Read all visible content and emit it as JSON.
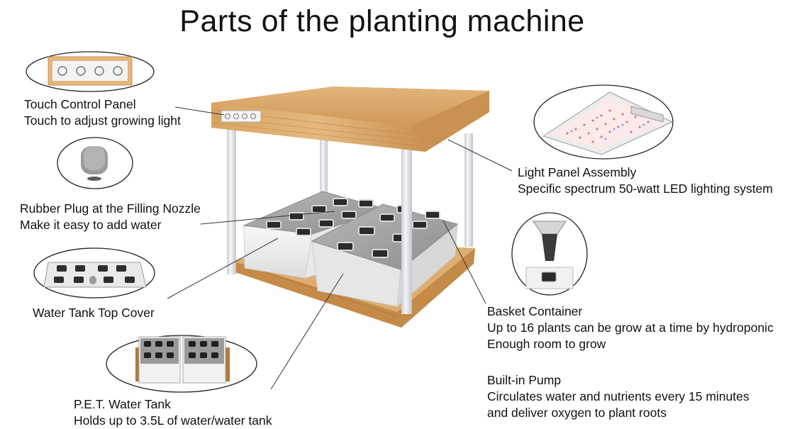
{
  "title": "Parts of the planting machine",
  "callouts": {
    "touch_panel": {
      "line1": "Touch Control Panel",
      "line2": "Touch to adjust growing light"
    },
    "rubber_plug": {
      "line1": "Rubber Plug at the Filling Nozzle",
      "line2": "Make it easy to add water"
    },
    "top_cover": {
      "line1": "Water Tank Top Cover"
    },
    "water_tank": {
      "line1": "P.E.T. Water Tank",
      "line2": "Holds up to 3.5L of water/water tank"
    },
    "light_panel": {
      "line1": "Light Panel Assembly",
      "line2": "Specific spectrum 50-watt LED lighting system"
    },
    "basket": {
      "line1": "Basket Container",
      "line2": "Up to 16 plants can be grow at a time by hydroponic",
      "line3": "Enough room to grow"
    },
    "pump": {
      "line1": "Built-in Pump",
      "line2": "Circulates water and nutrients every 15 minutes",
      "line3": "and deliver oxygen to plant roots"
    }
  },
  "colors": {
    "bamboo": "#d9a768",
    "bamboo_dark": "#b98344",
    "tank_white": "#f2f2f2",
    "tank_grey": "#9c9c9c",
    "pillar": "#e4e6ea"
  }
}
